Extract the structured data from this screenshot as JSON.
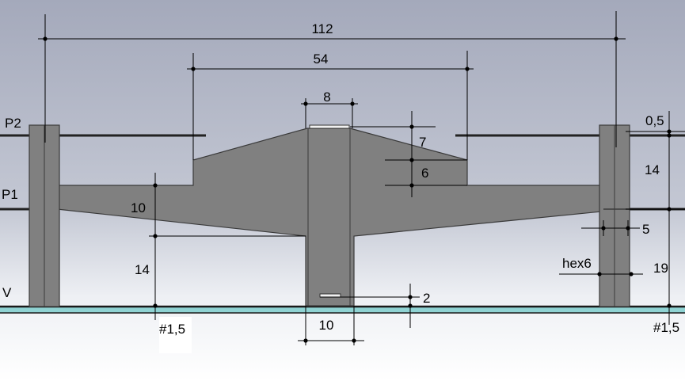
{
  "colors": {
    "background_top": "#a9aec0",
    "background_bottom": "#ffffff",
    "part_fill": "#808080",
    "part_stroke": "#3a3a3a",
    "ground_strip": "#8fd3d3",
    "dimension_line": "#000000"
  },
  "layer_labels": {
    "p2": "P2",
    "p1": "P1",
    "v": "V"
  },
  "dimensions": {
    "overall_width": "112",
    "upper_width": "54",
    "top_width": "8",
    "bottom_width": "10",
    "top_slope_height": "7",
    "step_height": "6",
    "left_slope_height": "10",
    "left_lower_height": "14",
    "base_gap": "2",
    "thickness_top": "0,5",
    "right_middle_height": "14",
    "inset_width": "5",
    "right_lower_height": "19",
    "hex_label": "hex6",
    "left_note": "#1,5",
    "right_note": "#1,5"
  }
}
